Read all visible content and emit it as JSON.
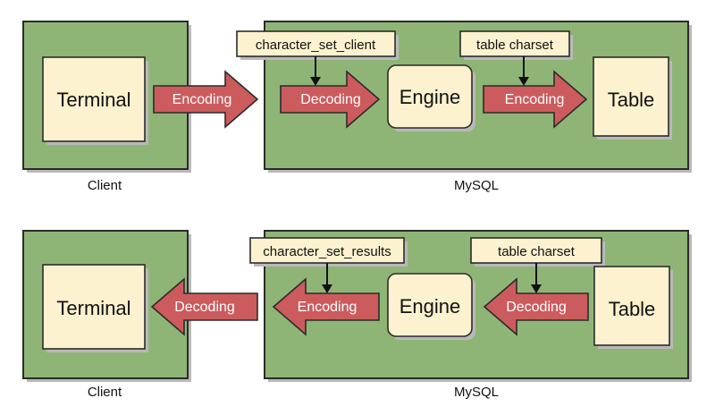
{
  "top_row": {
    "client": {
      "terminal_label": "Terminal",
      "caption": "Client"
    },
    "transfer_arrow_label": "Encoding",
    "mysql": {
      "caption": "MySQL",
      "param_1_label": "character_set_client",
      "arrow_1_label": "Decoding",
      "engine_label": "Engine",
      "param_2_label": "table charset",
      "arrow_2_label": "Encoding",
      "table_label": "Table"
    }
  },
  "bottom_row": {
    "client": {
      "terminal_label": "Terminal",
      "caption": "Client"
    },
    "transfer_arrow_label": "Decoding",
    "mysql": {
      "caption": "MySQL",
      "param_1_label": "character_set_results",
      "arrow_1_label": "Encoding",
      "engine_label": "Engine",
      "param_2_label": "table charset",
      "arrow_2_label": "Decoding",
      "table_label": "Table"
    }
  },
  "colors": {
    "container_green": "#8fb576",
    "box_cream": "#fdf2cf",
    "arrow_red": "#cc5b5e"
  }
}
